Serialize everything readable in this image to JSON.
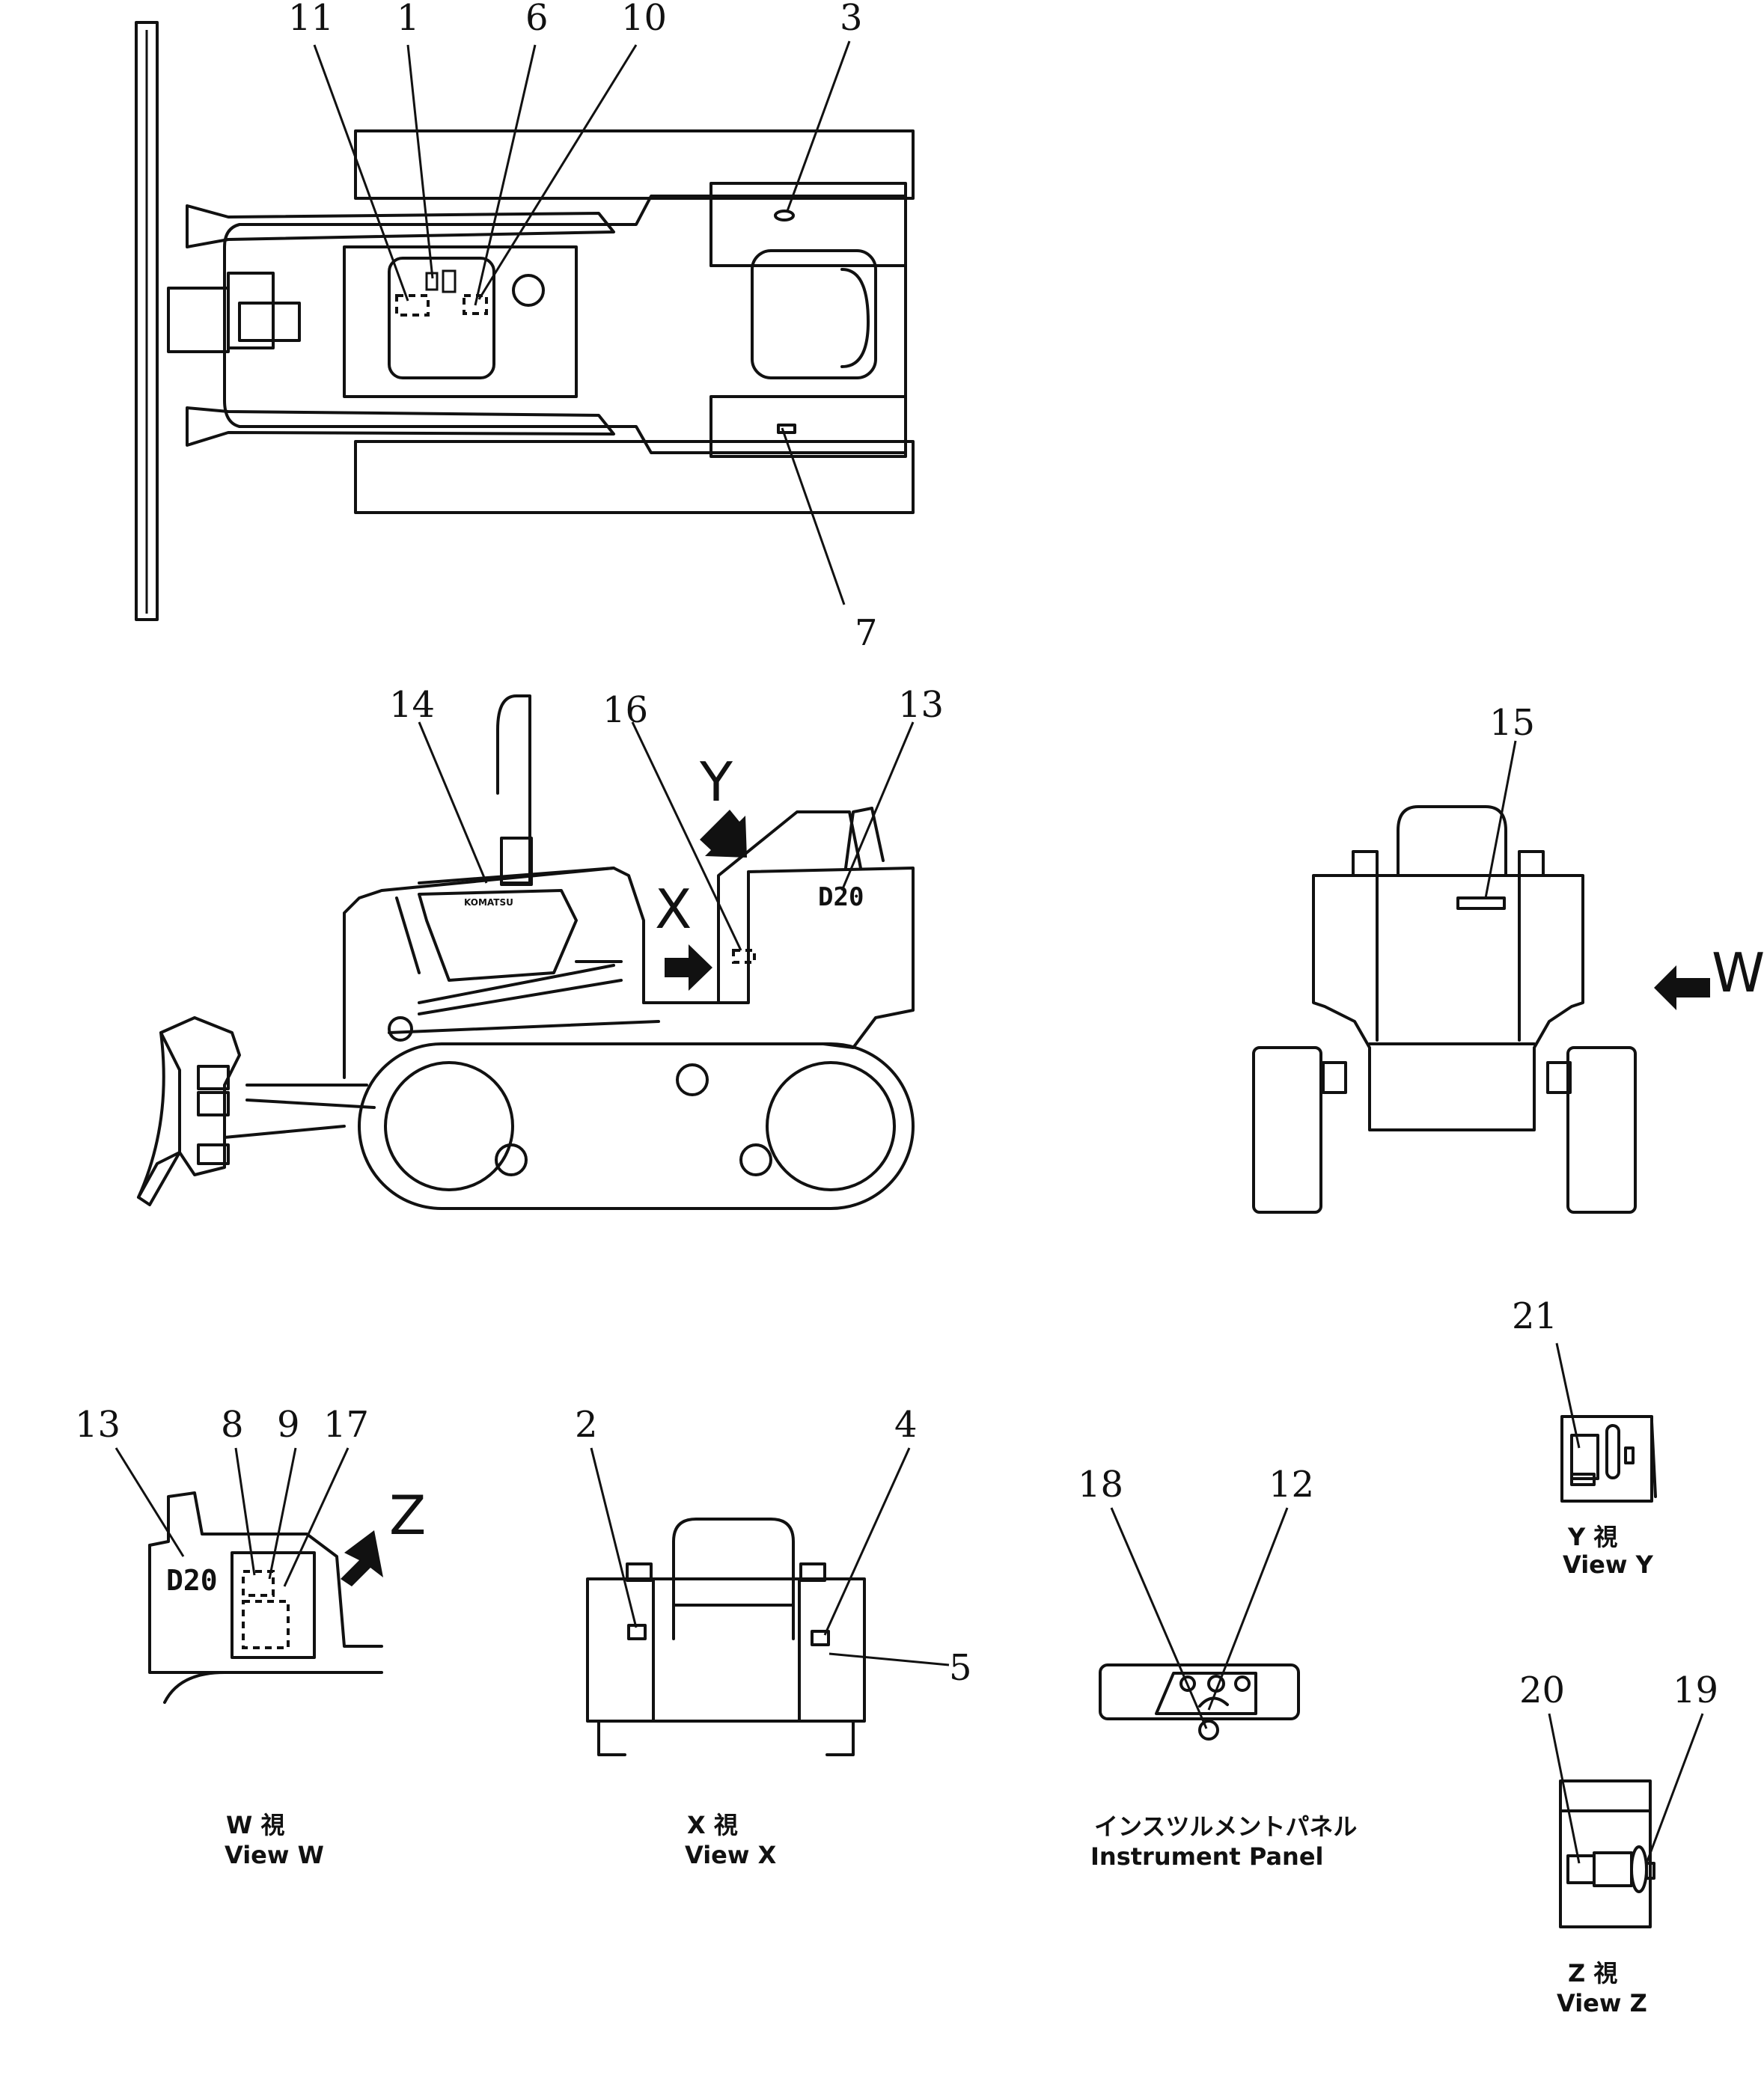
{
  "callouts": {
    "c1": "1",
    "c2": "2",
    "c3": "3",
    "c4": "4",
    "c5": "5",
    "c6": "6",
    "c7": "7",
    "c8": "8",
    "c9": "9",
    "c10": "10",
    "c11": "11",
    "c12": "12",
    "c13_side": "13",
    "c13_w": "13",
    "c14": "14",
    "c15": "15",
    "c16": "16",
    "c17": "17",
    "c18": "18",
    "c19": "19",
    "c20": "20",
    "c21": "21"
  },
  "view_letters": {
    "x": "X",
    "y": "Y",
    "w": "W",
    "z": "Z"
  },
  "model_labels": {
    "side": "D20",
    "view_w": "D20"
  },
  "hood_logo": "KOMATSU",
  "captions": {
    "view_w_jp": "W  視",
    "view_w": "View W",
    "view_x_jp": "X  視",
    "view_x": "View X",
    "panel_jp": "インスツルメントパネル",
    "panel": "Instrument  Panel",
    "view_y_jp": "Y  視",
    "view_y": "View Y",
    "view_z_jp": "Z  視",
    "view_z": "View Z"
  }
}
